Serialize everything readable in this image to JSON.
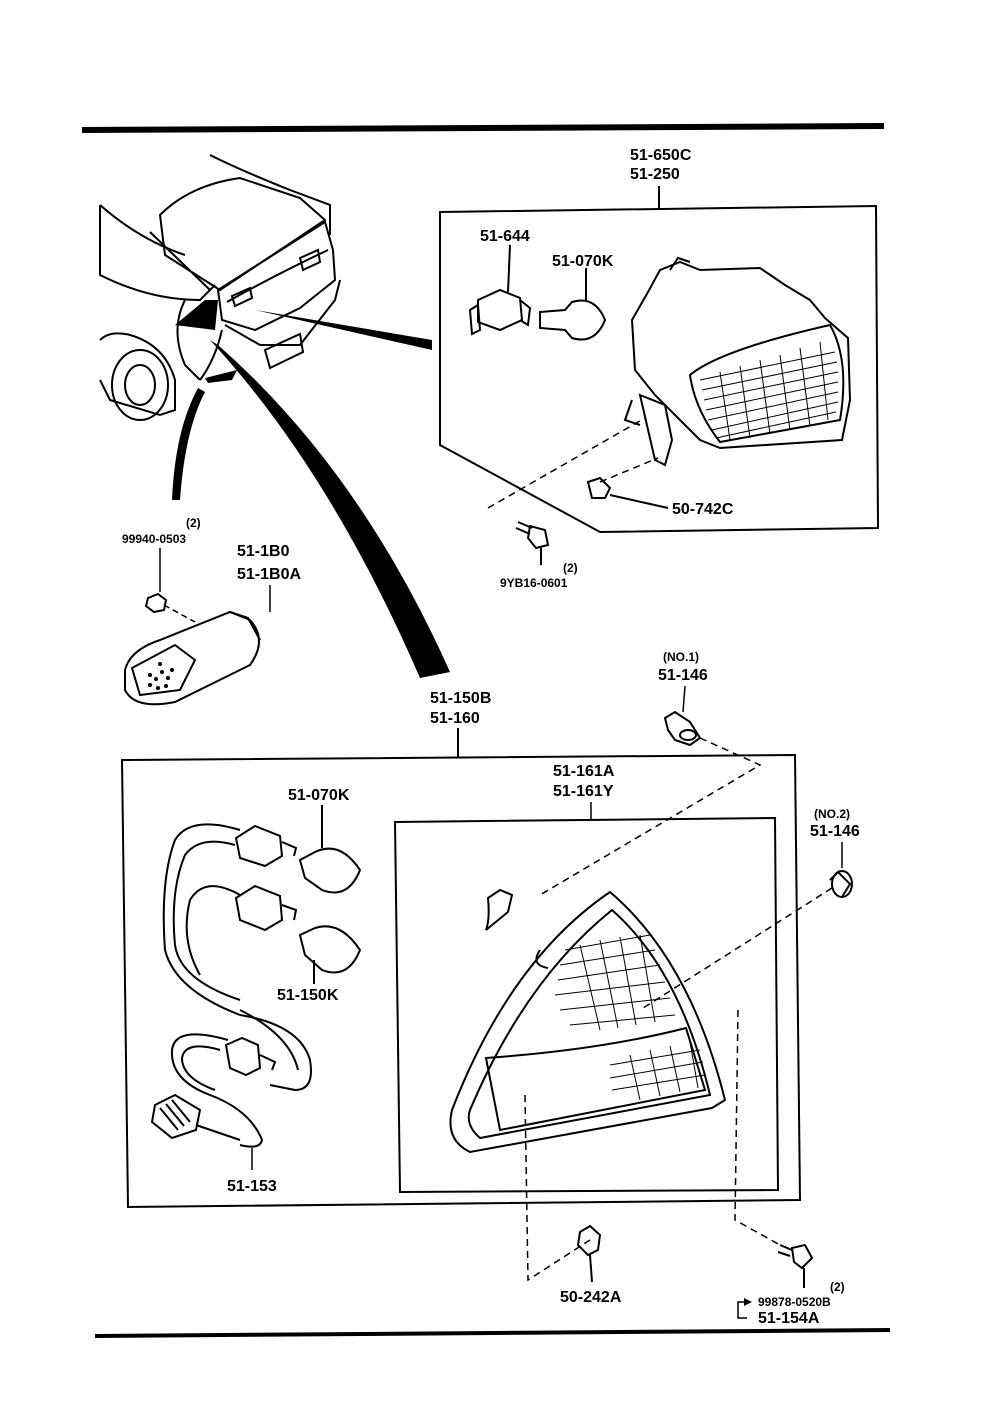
{
  "labels": {
    "rear_combo_group_a": "51-650C",
    "rear_combo_group_b": "51-250",
    "socket_top": "51-644",
    "bulb_top": "51-070K",
    "clip_top": "50-742C",
    "bolt_top": "9YB16-0601",
    "bolt_top_qty": "(2)",
    "nut_side": "99940-0503",
    "nut_side_qty": "(2)",
    "side_marker_a": "51-1B0",
    "side_marker_b": "51-1B0A",
    "tail_group_a": "51-150B",
    "tail_group_b": "51-160",
    "grommet1_note": "(NO.1)",
    "grommet1_part": "51-146",
    "grommet2_note": "(NO.2)",
    "grommet2_part": "51-146",
    "lens_a": "51-161A",
    "lens_b": "51-161Y",
    "bulb_tail_a": "51-070K",
    "bulb_tail_b": "51-150K",
    "wire_harness": "51-153",
    "screw_bottom": "50-242A",
    "bolt_bottom_qty": "(2)",
    "bolt_bottom": "99878-0520B",
    "bolt_bottom_kit": "51-154A"
  }
}
